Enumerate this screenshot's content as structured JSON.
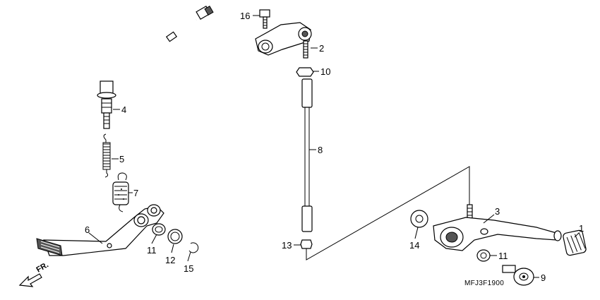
{
  "diagram": {
    "callouts": [
      "1",
      "2",
      "3",
      "4",
      "5",
      "6",
      "7",
      "8",
      "9",
      "10",
      "11",
      "11",
      "12",
      "13",
      "14",
      "15",
      "16"
    ],
    "drawing_code": "MFJ3F1900",
    "direction_label": "FR."
  }
}
